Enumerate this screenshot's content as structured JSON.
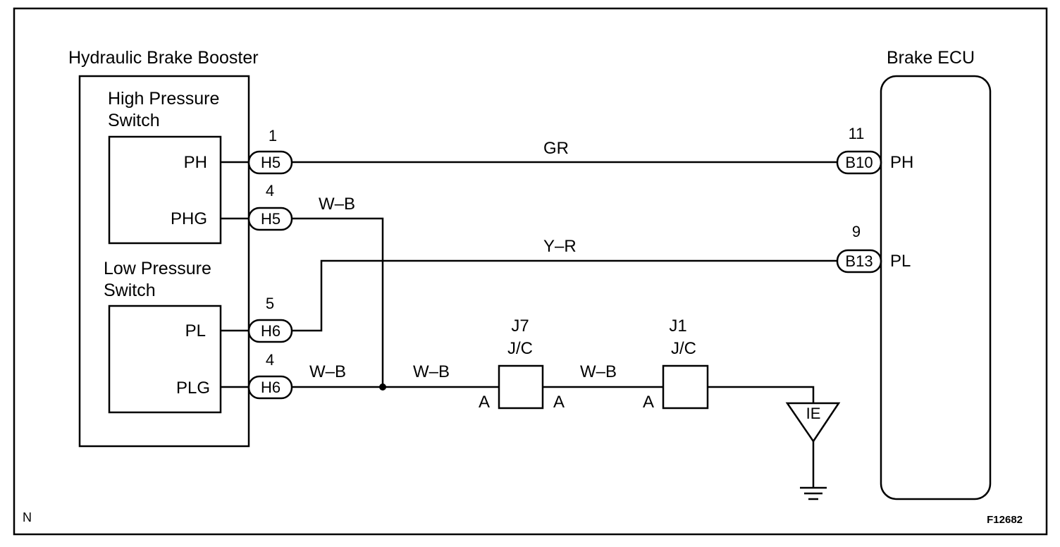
{
  "booster": {
    "title": "Hydraulic Brake Booster",
    "high_switch": {
      "line1": "High Pressure",
      "line2": "Switch",
      "pin_top": "PH",
      "pin_bottom": "PHG"
    },
    "low_switch": {
      "line1": "Low Pressure",
      "line2": "Switch",
      "pin_top": "PL",
      "pin_bottom": "PLG"
    }
  },
  "ecu": {
    "title": "Brake ECU",
    "pin_top": "PH",
    "pin_bottom": "PL"
  },
  "connectors": {
    "h5_top": {
      "label": "H5",
      "pin": "1"
    },
    "h5_bottom": {
      "label": "H5",
      "pin": "4"
    },
    "h6_top": {
      "label": "H6",
      "pin": "5"
    },
    "h6_bottom": {
      "label": "H6",
      "pin": "4"
    },
    "b10": {
      "label": "B10",
      "pin": "11"
    },
    "b13": {
      "label": "B13",
      "pin": "9"
    }
  },
  "wires": {
    "gr": "GR",
    "yr": "Y–R",
    "wb_phg": "W–B",
    "wb_plg": "W–B",
    "wb_mid": "W–B",
    "wb_right": "W–B"
  },
  "junctions": {
    "j7": {
      "name": "J7",
      "type": "J/C",
      "left": "A",
      "right": "A"
    },
    "j1": {
      "name": "J1",
      "type": "J/C",
      "left": "A"
    }
  },
  "ground": {
    "label": "IE"
  },
  "corner": {
    "left": "N",
    "right": "F12682"
  }
}
